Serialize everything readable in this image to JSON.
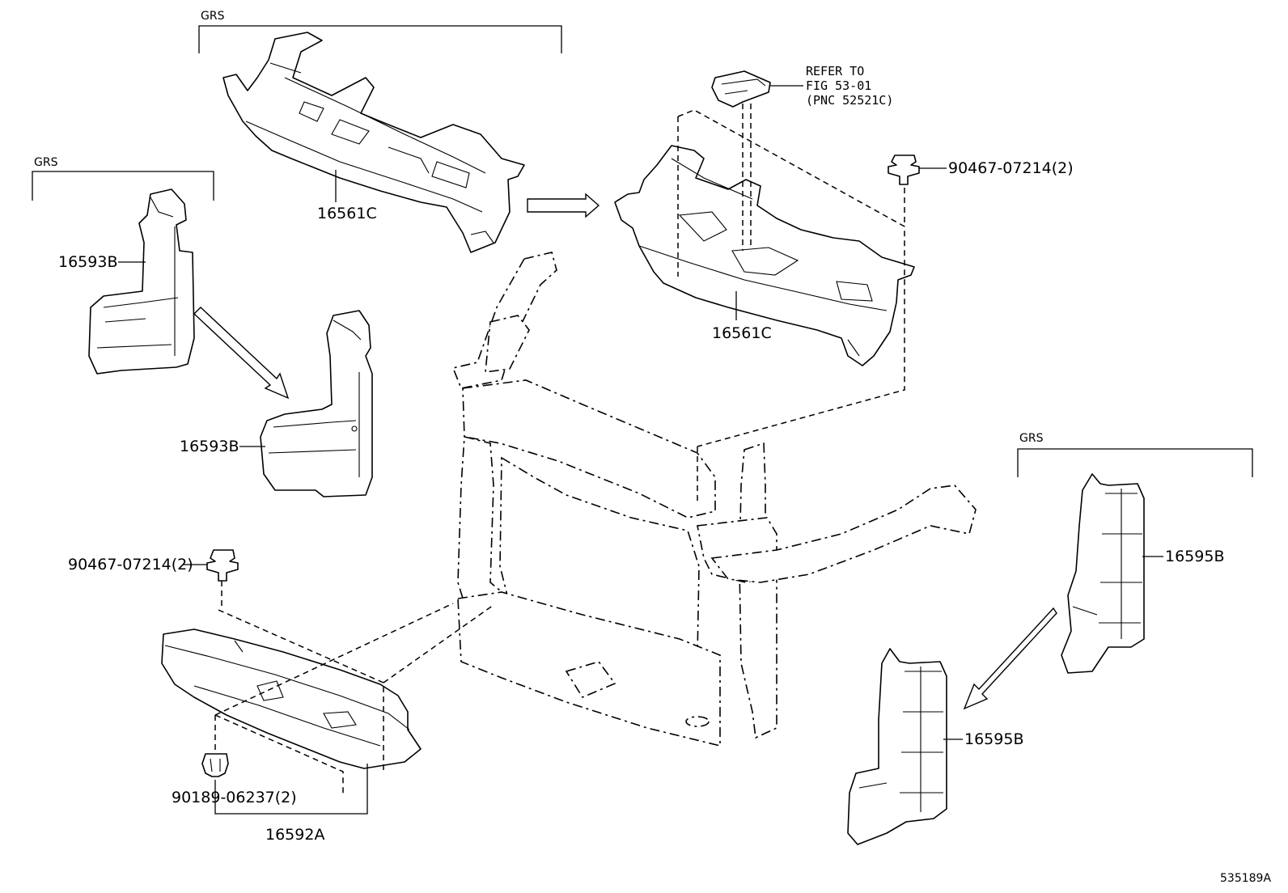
{
  "groups": {
    "top": "GRS",
    "left": "GRS",
    "right": "GRS"
  },
  "parts": {
    "p16561c_top": "16561C",
    "p16561c_right": "16561C",
    "p16593b_upper": "16593B",
    "p16593b_lower": "16593B",
    "p16595b_upper": "16595B",
    "p16595b_lower": "16595B",
    "p16592a": "16592A",
    "clip_right": "90467-07214(2)",
    "clip_left": "90467-07214(2)",
    "clip_bottom": "90189-06237(2)"
  },
  "refer": {
    "line1": "REFER TO",
    "line2": "FIG 53-01",
    "line3": "(PNC 52521C)"
  },
  "illustration_id": "535189A"
}
